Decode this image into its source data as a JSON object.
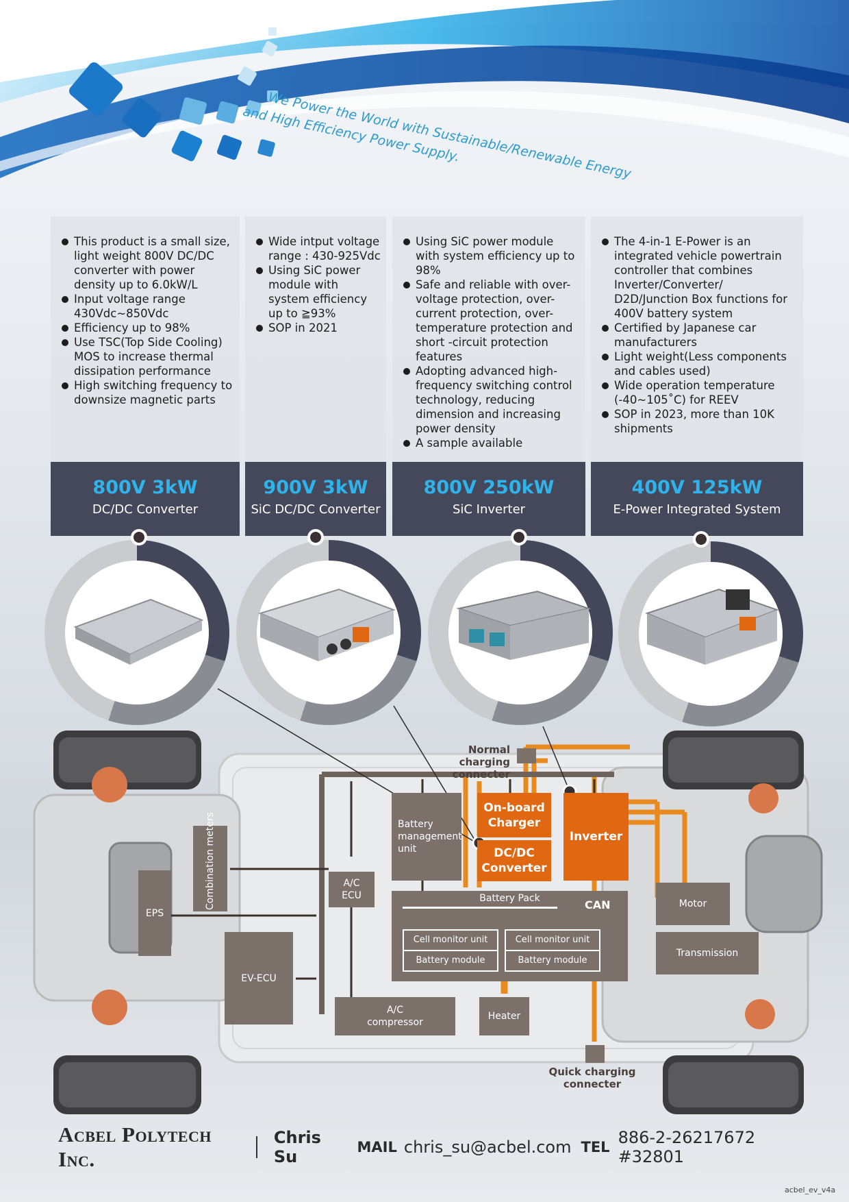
{
  "header": {
    "tagline_line1": "We Power the World with Sustainable/Renewable Energy",
    "tagline_line2": "and High Efficiency Power Supply."
  },
  "products": [
    {
      "power": "800V 3kW",
      "name": "DC/DC Converter",
      "features": [
        "This product is a small size, light weight 800V DC/DC converter with power density up to 6.0kW/L",
        "Input voltage range 430Vdc~850Vdc",
        "Efficiency up to 98%",
        "Use TSC(Top Side Cooling) MOS to increase thermal dissipation performance",
        "High switching frequency to downsize magnetic parts"
      ]
    },
    {
      "power": "900V 3kW",
      "name": "SiC DC/DC Converter",
      "features": [
        "Wide intput voltage range : 430-925Vdc",
        "Using SiC power module with system efficiency up to ≧93%",
        "SOP in 2021"
      ]
    },
    {
      "power": "800V 250kW",
      "name": "SiC Inverter",
      "features": [
        "Using SiC power module with system efficiency up to 98%",
        "Safe and reliable with over-voltage protection, over-current protection, over-temperature protection and short -circuit protection features",
        "Adopting advanced high-frequency switching control technology, reducing dimension and increasing power density",
        "A sample available"
      ]
    },
    {
      "power": "400V 125kW",
      "name": "E-Power Integrated System",
      "features": [
        "The 4-in-1 E-Power is an integrated vehicle powertrain controller that combines Inverter/Converter/ D2D/Junction Box functions for 400V battery system",
        "Certified by Japanese car manufacturers",
        "Light weight(Less components and cables used)",
        "Wide operation temperature (-40~105˚C) for REEV",
        "SOP in 2023, more than 10K shipments"
      ]
    }
  ],
  "diagram": {
    "normal_charging": "Normal charging connecter",
    "quick_charging": "Quick charging connecter",
    "onboard_charger": "On-board Charger",
    "dcdc_converter": "DC/DC Converter",
    "inverter": "Inverter",
    "bmu": "Battery management unit",
    "combination_meters": "Combination meters",
    "ac_ecu": "A/C ECU",
    "battery_pack": "Battery Pack",
    "can": "CAN",
    "cell_monitor_1": "Cell monitor unit",
    "battery_module_1": "Battery module",
    "cell_monitor_2": "Cell monitor unit",
    "battery_module_2": "Battery module",
    "eps": "EPS",
    "ev_ecu": "EV-ECU",
    "ac_compressor": "A/C compressor",
    "heater": "Heater",
    "motor": "Motor",
    "transmission": "Transmission"
  },
  "footer": {
    "company": "Acbel Polytech Inc.",
    "contact_name": "Chris Su",
    "mail_label": "MAIL",
    "mail": "chris_su@acbel.com",
    "tel_label": "TEL",
    "tel": "886-2-26217672 #32801",
    "doc_code": "acbel_ev_v4a"
  },
  "colors": {
    "accent_blue": "#2fb3ea",
    "band_dark": "#45475a",
    "orange": "#e06812",
    "box_brown": "#7b706a"
  }
}
